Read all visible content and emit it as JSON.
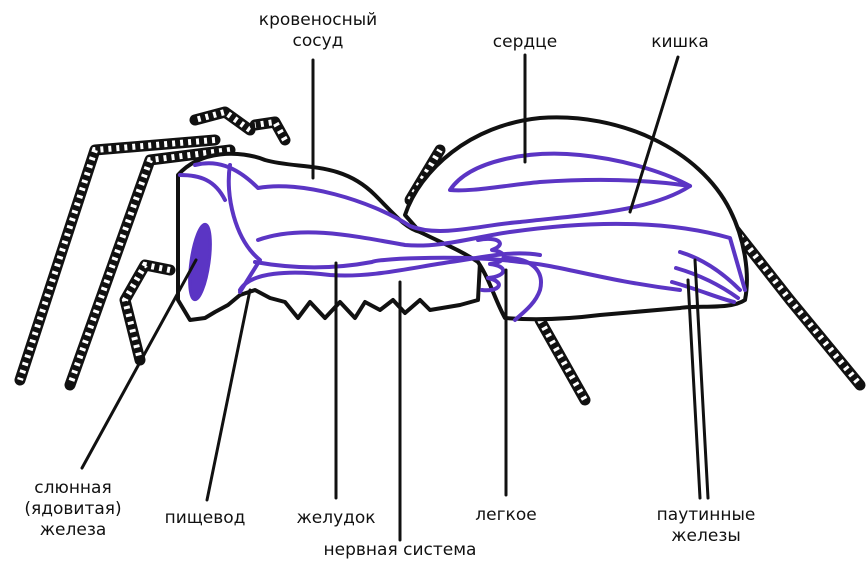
{
  "labels": {
    "blood_vessel_line1": "кровеносный",
    "blood_vessel_line2": "сосуд",
    "heart": "сердце",
    "intestine": "кишка",
    "salivary_line1": "слюнная",
    "salivary_line2": "(ядовитая)",
    "salivary_line3": "железа",
    "esophagus": "пищевод",
    "stomach": "желудок",
    "nervous_system": "нервная система",
    "lung": "легкое",
    "silk_line1": "паутинные",
    "silk_line2": "железы"
  },
  "colors": {
    "organ": "#5b35c4",
    "outline": "#111111",
    "background": "#ffffff"
  }
}
